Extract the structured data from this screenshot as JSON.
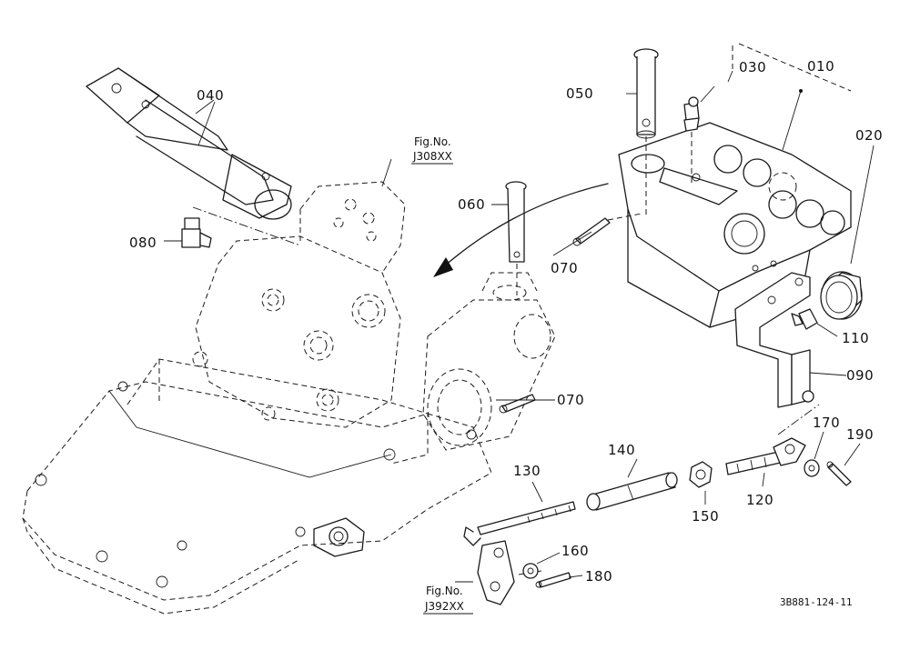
{
  "diagram": {
    "part_labels": {
      "p010": "010",
      "p020": "020",
      "p030": "030",
      "p040": "040",
      "p050": "050",
      "p060": "060",
      "p070a": "070",
      "p070b": "070",
      "p080": "080",
      "p090": "090",
      "p110": "110",
      "p120": "120",
      "p130": "130",
      "p140": "140",
      "p150": "150",
      "p160": "160",
      "p170": "170",
      "p180": "180",
      "p190": "190"
    },
    "fig_refs": {
      "ref1_line1": "Fig.No.",
      "ref1_line2": "J308XX",
      "ref2_line1": "Fig.No.",
      "ref2_line2": "J392XX"
    },
    "drawing_code": "3B881-124-11"
  }
}
